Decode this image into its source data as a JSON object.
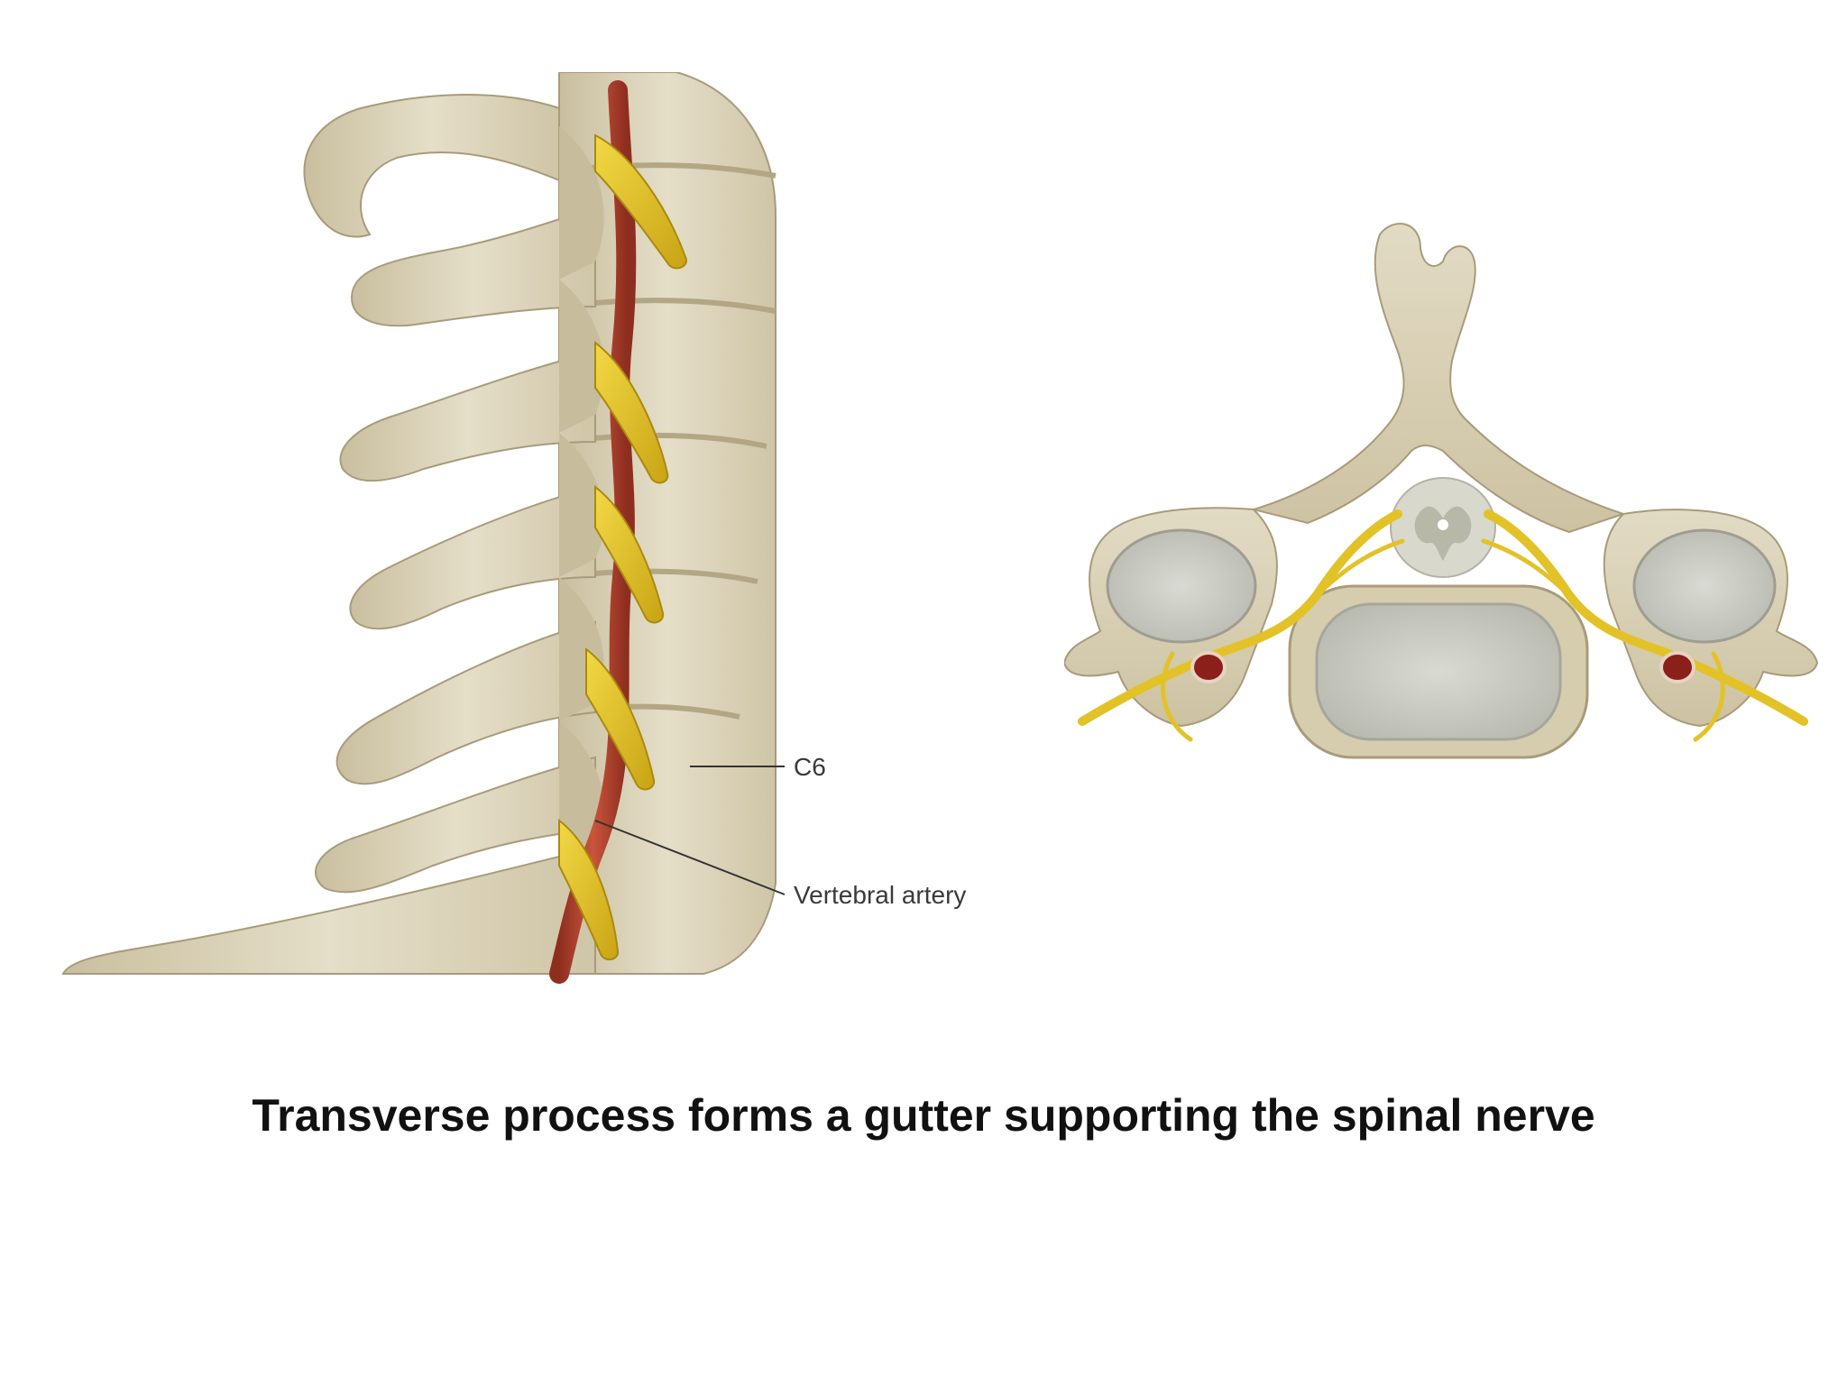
{
  "slide": {
    "caption": "Transverse process forms a gutter supporting the spinal nerve"
  },
  "lateral_view": {
    "labels": {
      "c6": "C6",
      "vertebral_artery": "Vertebral artery"
    }
  },
  "colors": {
    "bone": "#d9d0b5",
    "bone_shadow": "#b5a88a",
    "bone_highlight": "#ece6d3",
    "artery": "#b5432e",
    "nerve": "#e3c228",
    "cartilage": "#cfd0c8",
    "spinal_cord": "#d8d8cc"
  }
}
